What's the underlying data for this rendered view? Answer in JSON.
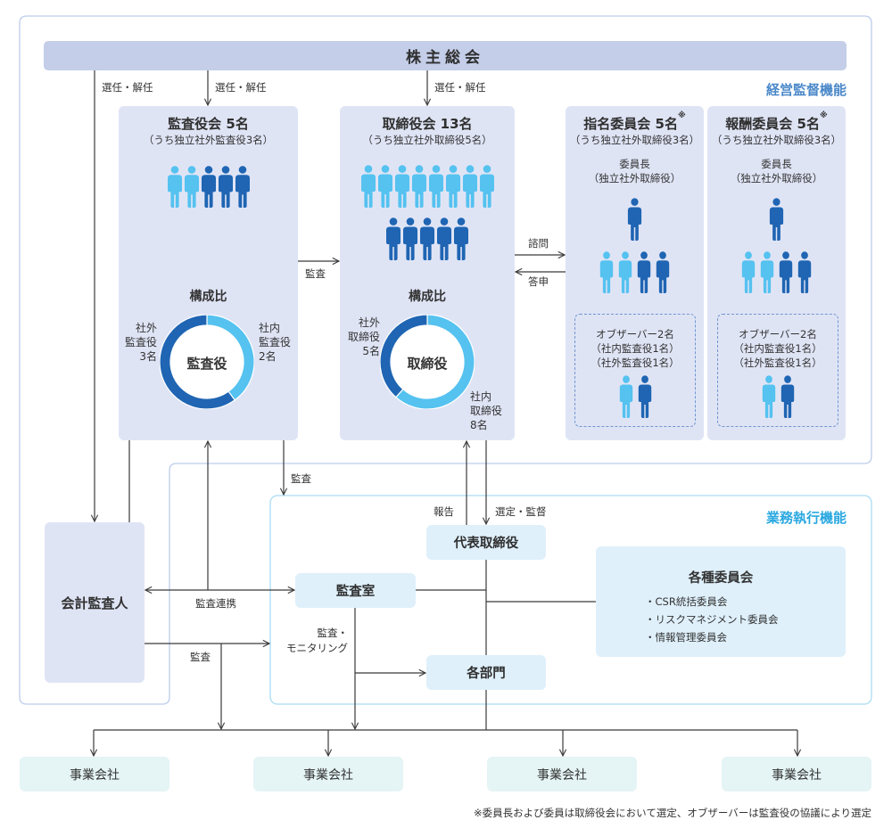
{
  "shareholders_meeting": {
    "label": "株主総会"
  },
  "section_labels": {
    "supervision": "経営監督機能",
    "execution": "業務執行機能"
  },
  "connector_labels": {
    "appoint_dismiss_auditor": "選任・解任",
    "appoint_dismiss_audit_board": "選任・解任",
    "appoint_dismiss_board": "選任・解任",
    "audit_board_to_board": "監査",
    "consult": "諮問",
    "report_back": "答申",
    "audit_execution": "監査",
    "report": "報告",
    "select_supervise": "選定・監督",
    "audit_collaboration": "監査連携",
    "auditor_audit": "監査",
    "audit_monitoring": [
      "監査・",
      "モニタリング"
    ]
  },
  "audit_board": {
    "title": "監査役会 5名",
    "subtitle": "（うち独立社外監査役3名）",
    "people": {
      "inside": 2,
      "outside": 3
    },
    "ratio_title": "構成比",
    "donut_label": "監査役",
    "composition": [
      {
        "key": "inside",
        "count": 2,
        "label": [
          "社内",
          "監査役",
          "2名"
        ]
      },
      {
        "key": "outside",
        "count": 3,
        "label": [
          "社外",
          "監査役",
          "3名"
        ]
      }
    ]
  },
  "board": {
    "title": "取締役会 13名",
    "subtitle": "（うち独立社外取締役5名）",
    "people_rows": [
      {
        "inside": 8
      },
      {
        "outside": 5
      }
    ],
    "ratio_title": "構成比",
    "donut_label": "取締役",
    "composition": [
      {
        "key": "inside",
        "count": 8,
        "label": [
          "社内",
          "取締役",
          "8名"
        ]
      },
      {
        "key": "outside",
        "count": 5,
        "label": [
          "社外",
          "取締役",
          "5名"
        ]
      }
    ]
  },
  "nomination_committee": {
    "title": "指名委員会 5名",
    "note_mark": "※",
    "subtitle": "（うち独立社外取締役3名）",
    "chair": {
      "label": [
        "委員長",
        "（独立社外取締役）"
      ],
      "people": {
        "outside": 1
      }
    },
    "members": {
      "inside": 2,
      "outside": 2
    },
    "observers": {
      "lines": [
        "オブザーバー2名",
        "（社内監査役1名）",
        "（社外監査役1名）"
      ],
      "people": {
        "inside": 1,
        "outside": 1
      }
    }
  },
  "compensation_committee": {
    "title": "報酬委員会 5名",
    "note_mark": "※",
    "subtitle": "（うち独立社外取締役3名）",
    "chair": {
      "label": [
        "委員長",
        "（独立社外取締役）"
      ],
      "people": {
        "outside": 1
      }
    },
    "members": {
      "inside": 2,
      "outside": 2
    },
    "observers": {
      "lines": [
        "オブザーバー2名",
        "（社内監査役1名）",
        "（社外監査役1名）"
      ],
      "people": {
        "inside": 1,
        "outside": 1
      }
    }
  },
  "accounting_auditor": {
    "label": "会計監査人"
  },
  "representative_director": {
    "label": "代表取締役"
  },
  "audit_office": {
    "label": "監査室"
  },
  "departments": {
    "label": "各部門"
  },
  "committees": {
    "title": "各種委員会",
    "items": [
      "・CSR統括委員会",
      "・リスクマネジメント委員会",
      "・情報管理委員会"
    ]
  },
  "subsidiaries": [
    {
      "label": "事業会社"
    },
    {
      "label": "事業会社"
    },
    {
      "label": "事業会社"
    },
    {
      "label": "事業会社"
    }
  ],
  "footnote": "※委員長および委員は取締役会において選定、オブザーバーは監査役の協議により選定",
  "colors": {
    "inside": "#55c2f0",
    "outside": "#1f65b3",
    "panel": "#dfe4f5",
    "bar": "#c4cee8",
    "supervision_accent": "#4a88c9",
    "execution_accent": "#2aa8e0"
  }
}
